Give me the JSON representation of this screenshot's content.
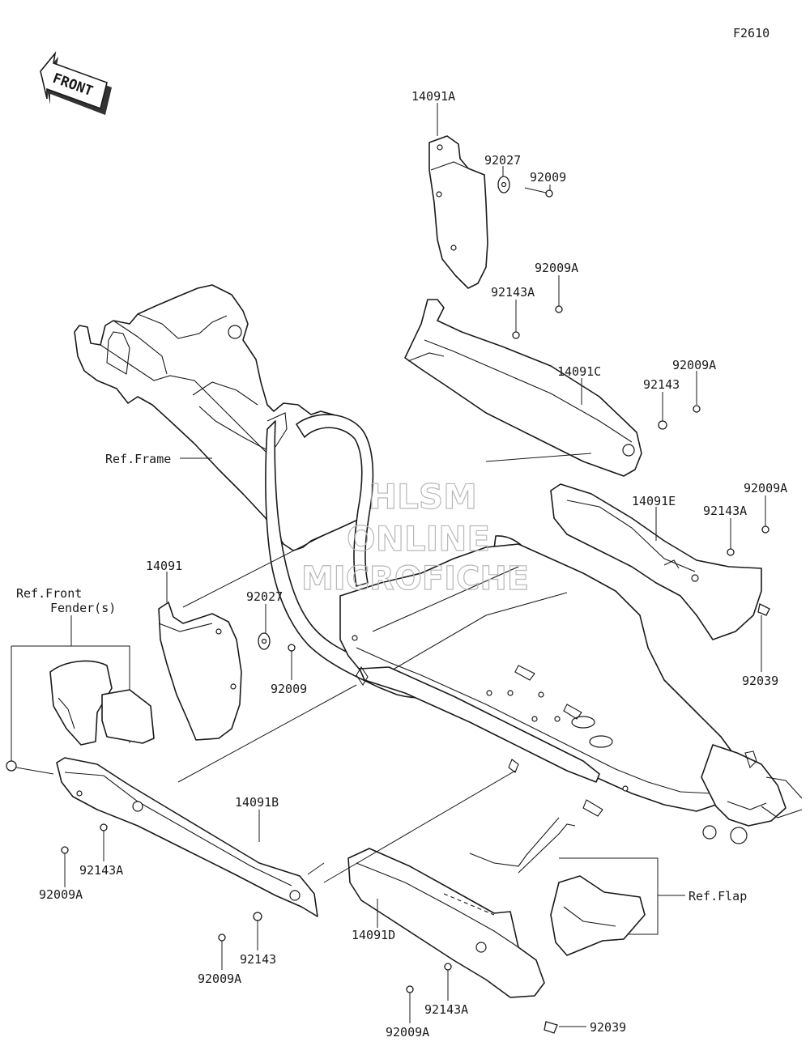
{
  "diagram_id": "F2610",
  "front_arrow_text": "FRONT",
  "watermark": [
    "HLSM",
    "ONLINE",
    "MICROFICHE"
  ],
  "refs": {
    "frame": "Ref.Frame",
    "front_fender_1": "Ref.Front",
    "front_fender_2": "Fender(s)",
    "flap": "Ref.Flap"
  },
  "parts": {
    "p14091A": "14091A",
    "p14091": "14091",
    "p14091B": "14091B",
    "p14091C": "14091C",
    "p14091D": "14091D",
    "p14091E": "14091E",
    "p92027_top": "92027",
    "p92009_top": "92009",
    "p92009A_top": "92009A",
    "p92143A_top": "92143A",
    "p92143_right": "92143",
    "p92009A_right": "92009A",
    "p92009A_e": "92009A",
    "p92143A_e": "92143A",
    "p92039_right": "92039",
    "p92027_mid": "92027",
    "p92009_mid": "92009",
    "p92143A_left": "92143A",
    "p92009A_left": "92009A",
    "p92143_b": "92143",
    "p92009A_b": "92009A",
    "p92143A_d": "92143A",
    "p92009A_d": "92009A",
    "p92039_bottom": "92039"
  }
}
